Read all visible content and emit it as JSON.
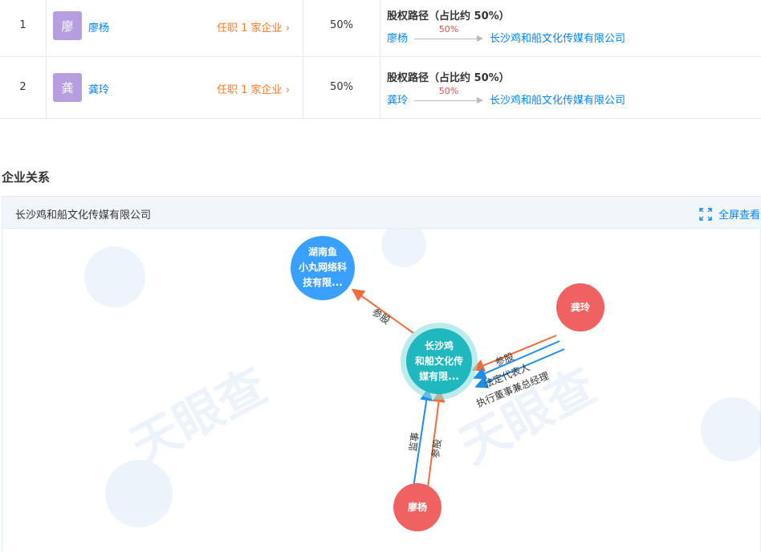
{
  "rows": [
    {
      "index": "1",
      "avatar_char": "廖",
      "name": "廖杨",
      "jobs": "任职 1 家企业",
      "percent": "50%",
      "path_title": "股权路径（占比约  50%）",
      "path_from": "廖杨",
      "path_ratio": "50%",
      "path_to": "长沙鸡和船文化传媒有限公司"
    },
    {
      "index": "2",
      "avatar_char": "龚",
      "name": "龚玲",
      "jobs": "任职 1 家企业",
      "percent": "50%",
      "path_title": "股权路径（占比约  50%）",
      "path_from": "龚玲",
      "path_ratio": "50%",
      "path_to": "长沙鸡和船文化传媒有限公司"
    }
  ],
  "section": {
    "title": "企业关系"
  },
  "graph": {
    "company_name": "长沙鸡和船文化传媒有限公司",
    "fullscreen_label": "全屏查看",
    "nodes": {
      "center": [
        "长沙鸡",
        "和船文化传",
        "媒有限..."
      ],
      "subsidiary": [
        "湖南鱼",
        "小丸网络科",
        "技有限..."
      ],
      "person_a": "龚玲",
      "person_b": "廖杨"
    },
    "edges": {
      "center_to_subsidiary": "参股",
      "a_share": "参股",
      "a_legal": "法定代表人",
      "a_exec": "执行董事兼总经理",
      "b_supervisor": "监事",
      "b_share": "参股"
    },
    "watermark": "天眼查",
    "colors": {
      "blue_node": "#3aa0ff",
      "teal_node": "#1fb8be",
      "red_node": "#f06262",
      "share_edge": "#f26b3a",
      "role_edge": "#1e8ee6"
    }
  }
}
